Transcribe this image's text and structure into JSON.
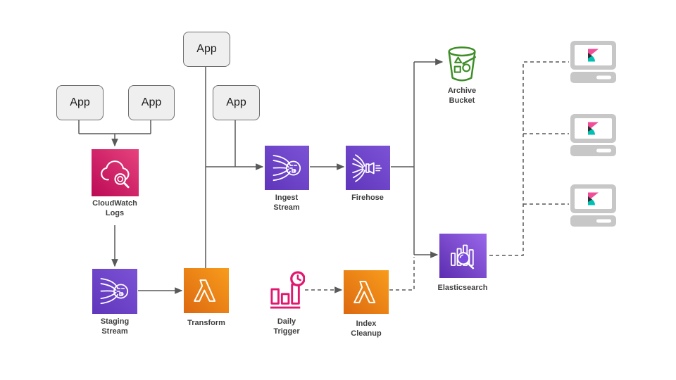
{
  "diagram_type": "aws-log-analytics-architecture",
  "nodes": {
    "app": {
      "label": "App",
      "count": 4
    },
    "cloudwatch_logs": {
      "label": "CloudWatch\nLogs",
      "icon": "cloudwatch-logs-icon"
    },
    "staging_stream": {
      "label": "Staging\nStream",
      "icon": "kinesis-stream-icon"
    },
    "transform": {
      "label": "Transform",
      "icon": "lambda-icon"
    },
    "ingest_stream": {
      "label": "Ingest\nStream",
      "icon": "kinesis-stream-icon"
    },
    "firehose": {
      "label": "Firehose",
      "icon": "firehose-icon"
    },
    "archive_bucket": {
      "label": "Archive\nBucket",
      "icon": "s3-bucket-icon"
    },
    "elasticsearch": {
      "label": "Elasticsearch",
      "icon": "elasticsearch-icon"
    },
    "daily_trigger": {
      "label": "Daily\nTrigger",
      "icon": "scheduled-event-icon"
    },
    "index_cleanup": {
      "label": "Index\nCleanup",
      "icon": "lambda-icon"
    },
    "kibana": {
      "label": "",
      "icon": "kibana-monitor-icon",
      "count": 3
    }
  },
  "edges": [
    {
      "from": "app-left-1",
      "to": "cloudwatch_logs",
      "style": "solid-arrow"
    },
    {
      "from": "app-left-2",
      "to": "cloudwatch_logs",
      "style": "solid-arrow"
    },
    {
      "from": "cloudwatch_logs",
      "to": "staging_stream",
      "style": "solid-arrow"
    },
    {
      "from": "staging_stream",
      "to": "transform",
      "style": "solid-arrow"
    },
    {
      "from": "transform",
      "to": "ingest_stream",
      "style": "solid-arrow"
    },
    {
      "from": "app-top",
      "to": "ingest_stream",
      "style": "solid-arrow"
    },
    {
      "from": "app-mid",
      "to": "ingest_stream",
      "style": "solid-arrow"
    },
    {
      "from": "ingest_stream",
      "to": "firehose",
      "style": "solid-arrow"
    },
    {
      "from": "firehose",
      "to": "archive_bucket",
      "style": "solid-arrow"
    },
    {
      "from": "firehose",
      "to": "elasticsearch",
      "style": "solid-arrow"
    },
    {
      "from": "daily_trigger",
      "to": "index_cleanup",
      "style": "dashed-arrow"
    },
    {
      "from": "index_cleanup",
      "to": "elasticsearch",
      "style": "dashed"
    },
    {
      "from": "elasticsearch",
      "to": "kibana-1",
      "style": "dashed"
    },
    {
      "from": "elasticsearch",
      "to": "kibana-2",
      "style": "dashed"
    },
    {
      "from": "elasticsearch",
      "to": "kibana-3",
      "style": "dashed"
    }
  ],
  "colors": {
    "line": "#595959",
    "label-text": "#3f3f3f",
    "app-fill": "#efefef",
    "app-border": "#6f6f6f",
    "pink-dark": "#bb0a55",
    "pink-light": "#e6427e",
    "purple-dark": "#5f35bb",
    "purple-light": "#7c52d5",
    "es-dark": "#5c2db0",
    "es-light": "#9a67ea",
    "orange-dark": "#dd6910",
    "orange-light": "#f89c1c",
    "bucket-green": "#3e8e28",
    "trigger-pink": "#e0186e",
    "monitor-gray": "#c7c7c7",
    "kibana-pink": "#f04e98",
    "kibana-teal": "#00bfb3",
    "kibana-dark": "#2f2f2f"
  }
}
